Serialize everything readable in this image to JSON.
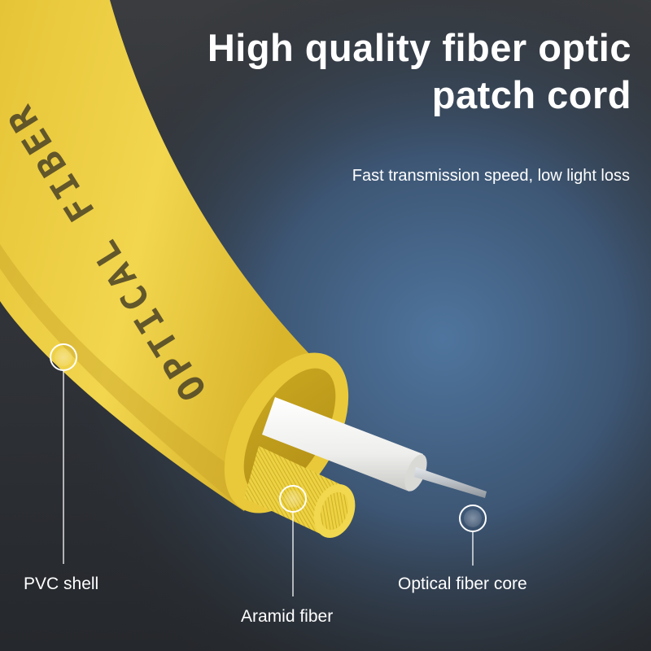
{
  "headline": {
    "line1": "High quality fiber optic",
    "line2": "patch cord"
  },
  "subtitle": "Fast transmission speed, low light loss",
  "cable_print": "OPTICAL FIBER",
  "callouts": {
    "pvc_shell": "PVC shell",
    "aramid_fiber": "Aramid fiber",
    "optical_fiber_core": "Optical fiber core"
  },
  "colors": {
    "jacket_yellow": "#f0d24a",
    "aramid_yellow": "#eccf3e",
    "buffer_white": "#f4f4f2",
    "background_dark": "#2a2d31",
    "background_blue": "#4a6c92",
    "text": "#ffffff"
  }
}
